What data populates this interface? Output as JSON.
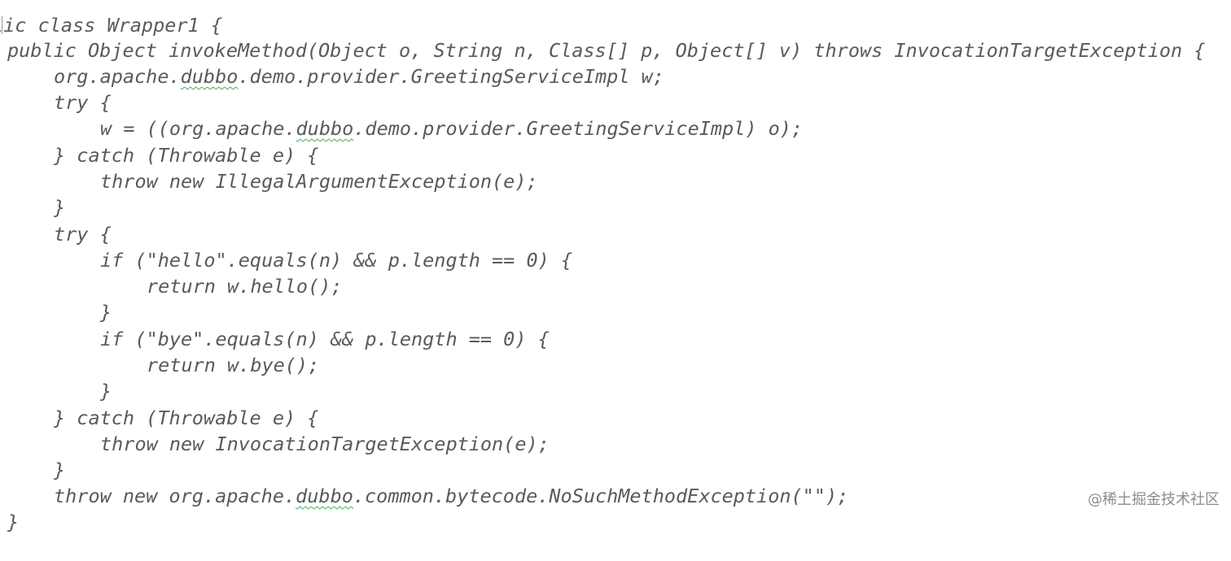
{
  "code_lines": {
    "l0": "lic class Wrapper1 {",
    "l1": "public Object invokeMethod(Object o, String n, Class[] p, Object[] v) throws InvocationTargetException {",
    "l2": {
      "a": "org.apache.",
      "b": "dubbo",
      "c": ".demo.provider.GreetingServiceImpl w;"
    },
    "l3": "try {",
    "l4": {
      "a": "w = ((org.apache.",
      "b": "dubbo",
      "c": ".demo.provider.GreetingServiceImpl) o);"
    },
    "l5": "} catch (Throwable e) {",
    "l6": "throw new IllegalArgumentException(e);",
    "l7": "}",
    "l8": "try {",
    "l9": "if (\"hello\".equals(n) && p.length == 0) {",
    "l10": "return w.hello();",
    "l11": "}",
    "l12": "if (\"bye\".equals(n) && p.length == 0) {",
    "l13": "return w.bye();",
    "l14": "}",
    "l15": "} catch (Throwable e) {",
    "l16": "throw new InvocationTargetException(e);",
    "l17": "}",
    "l18": {
      "a": "throw new org.apache.",
      "b": "dubbo",
      "c": ".common.bytecode.NoSuchMethodException(\"\");"
    },
    "l19": "}"
  },
  "watermark": "@稀土掘金技术社区",
  "colors": {
    "text": "#5a5a5a",
    "typo_underline": "#3fae5a",
    "error_underline": "#e0463c",
    "background": "#ffffff"
  }
}
